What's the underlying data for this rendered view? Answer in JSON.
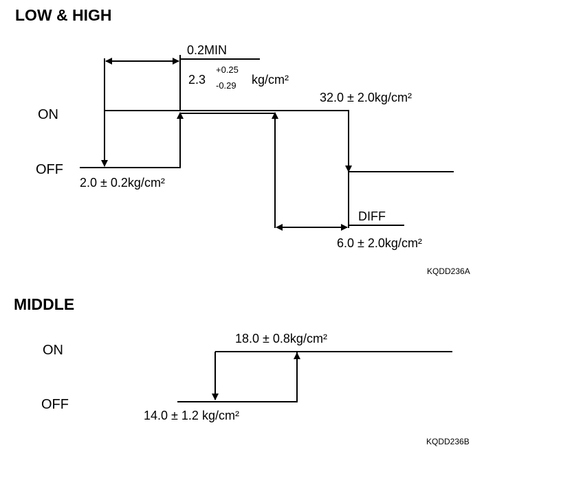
{
  "low_high": {
    "title": "LOW  &  HIGH",
    "on_label": "ON",
    "off_label": "OFF",
    "min_label": "0.2MIN",
    "setting_base": "2.3",
    "setting_upper_tol": "+0.25",
    "setting_lower_tol": "-0.29",
    "setting_unit": "kg/cm²",
    "off_value": "2.0 ± 0.2kg/cm²",
    "high_off_value": "32.0 ± 2.0kg/cm²",
    "diff_label": "DIFF",
    "diff_value": "6.0 ± 2.0kg/cm²",
    "figure_code": "KQDD236A"
  },
  "middle": {
    "title": "MIDDLE",
    "on_label": "ON",
    "off_label": "OFF",
    "on_value": "18.0 ± 0.8kg/cm²",
    "off_value": "14.0 ± 1.2 kg/cm²",
    "figure_code": "KQDD236B"
  },
  "colors": {
    "ink": "#000000",
    "background": "#ffffff"
  }
}
